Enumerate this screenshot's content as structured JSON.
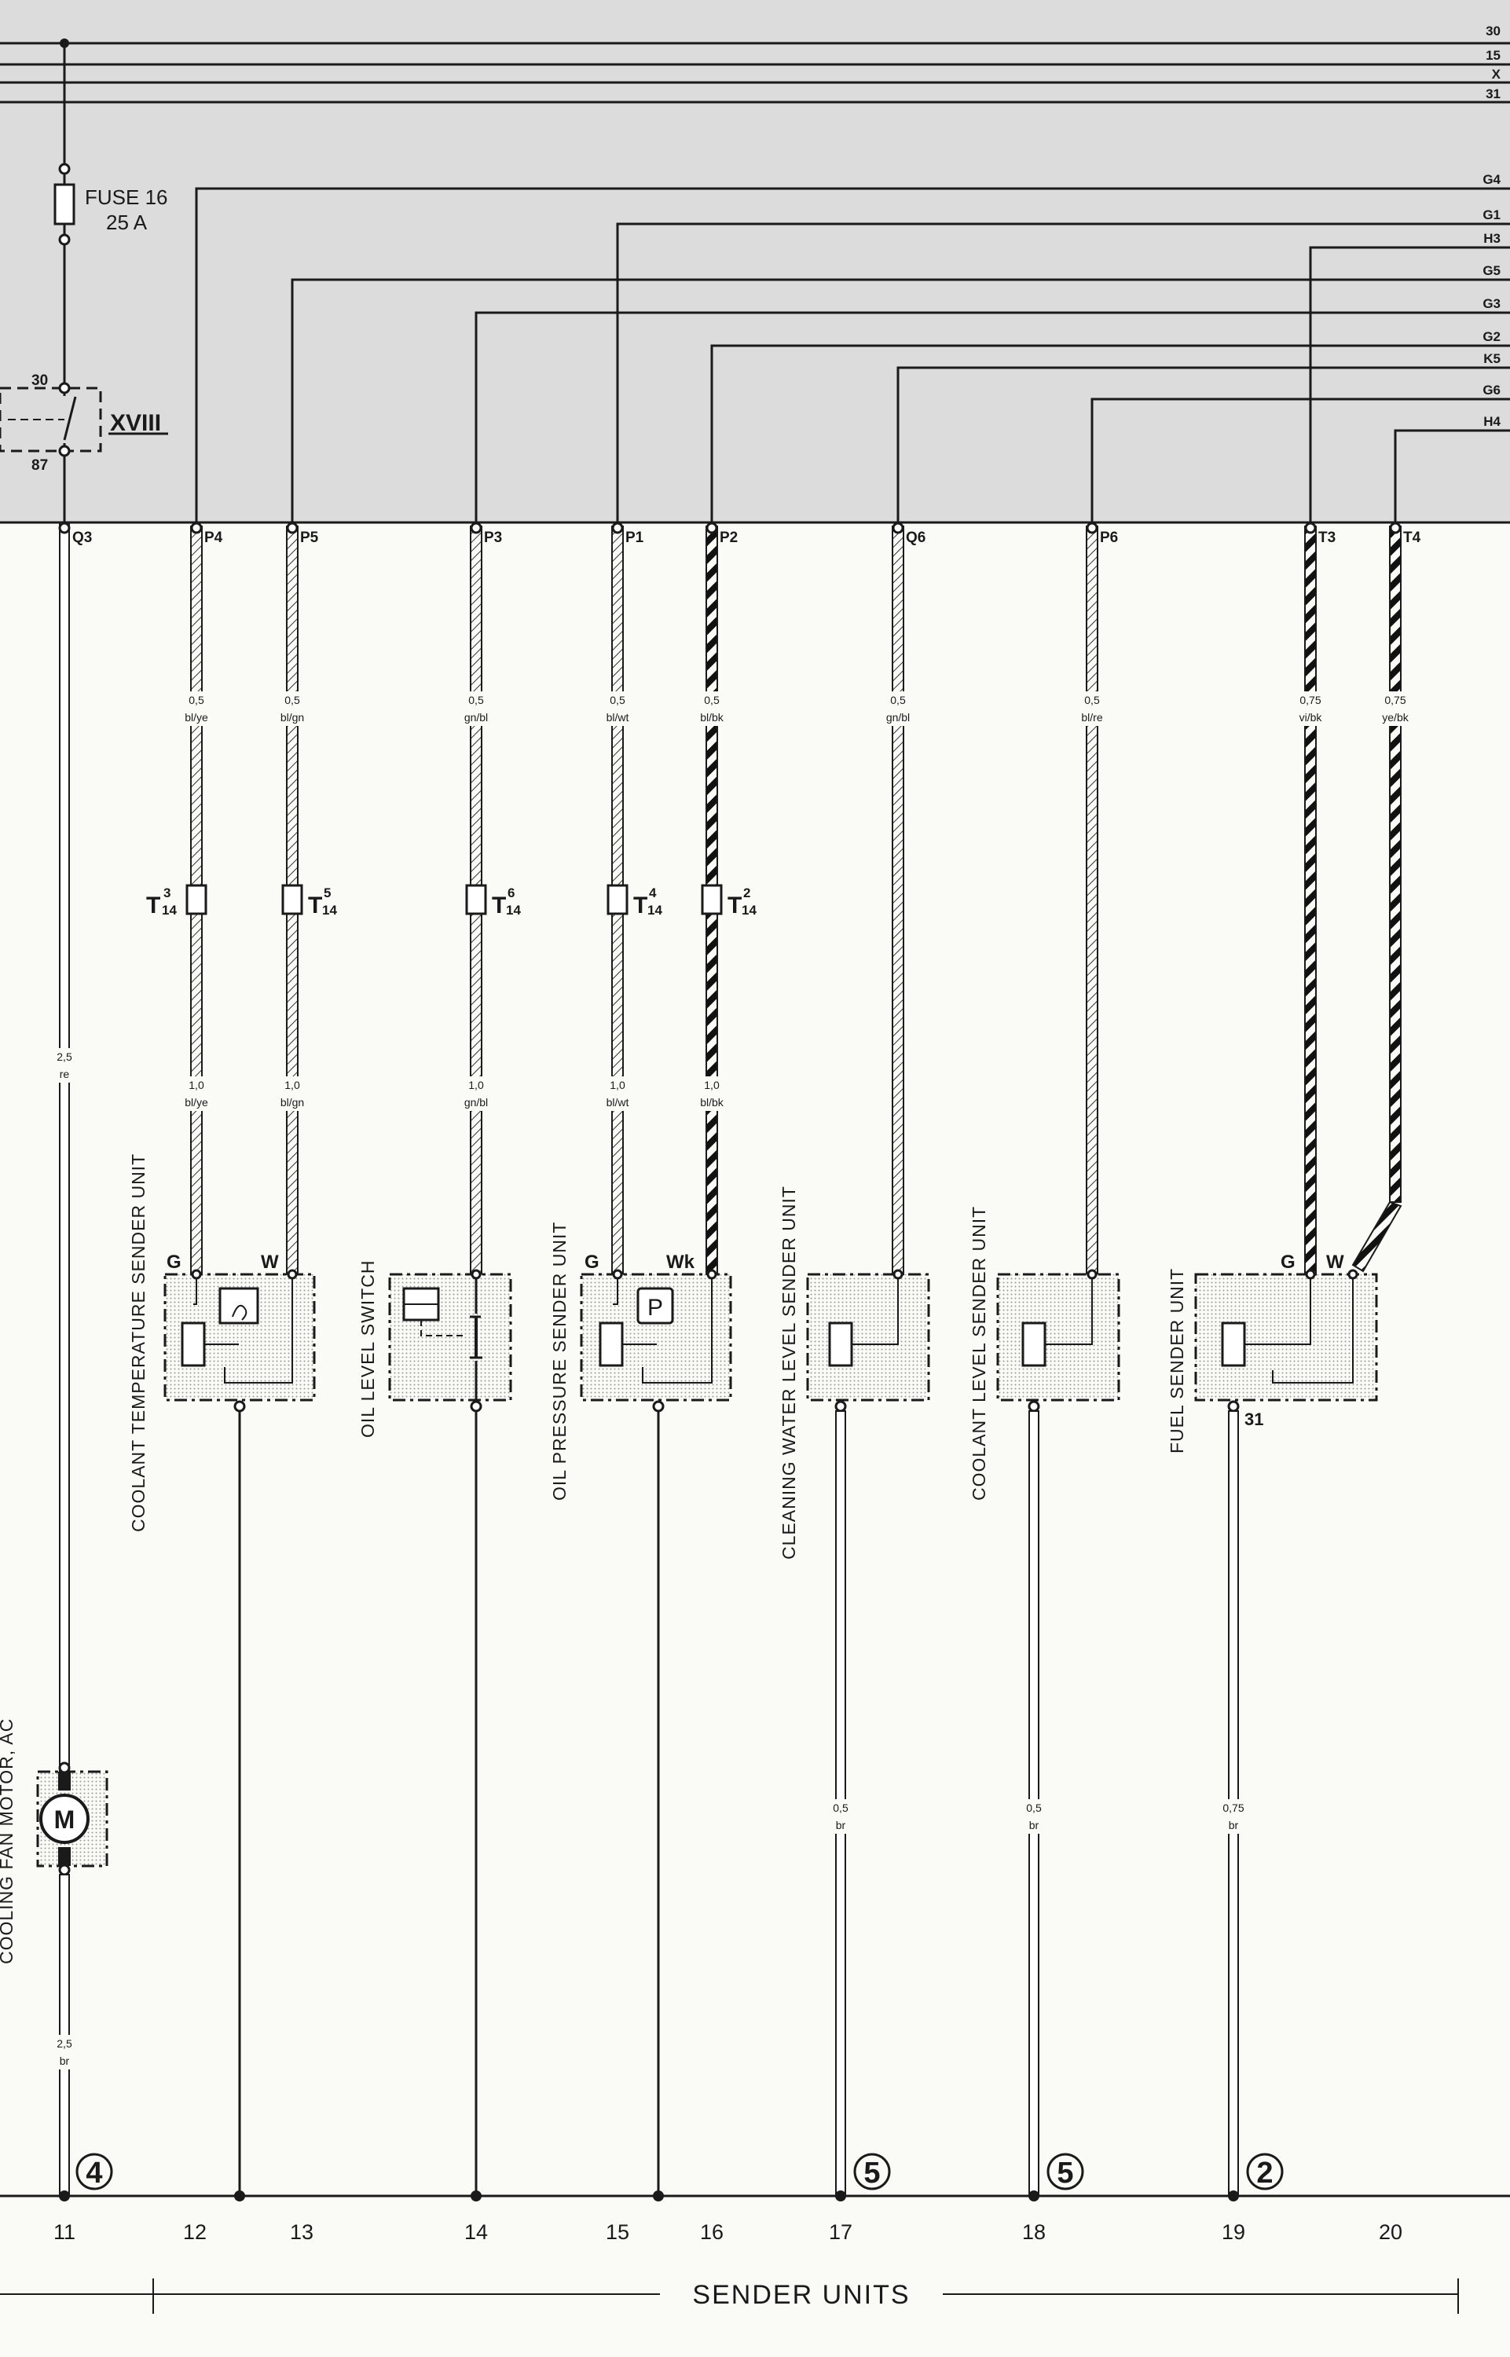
{
  "bus_lines": [
    "30",
    "15",
    "X",
    "31"
  ],
  "fuse": {
    "label": "FUSE  16",
    "rating": "25 A"
  },
  "relay": {
    "pin_top": "30",
    "pin_bottom": "87",
    "roman": "XVIII"
  },
  "right_terminals": [
    "G4",
    "G1",
    "H3",
    "G5",
    "G3",
    "G2",
    "K5",
    "G6",
    "H4"
  ],
  "columns": [
    {
      "term": "Q3",
      "gauge_top": "",
      "color_top": "",
      "connector": "",
      "gauge_bottom": "2,5",
      "color_bottom": "re"
    },
    {
      "term": "P4",
      "gauge_top": "0,5",
      "color_top": "bl/ye",
      "connector": "T",
      "conn_sup": "3",
      "conn_sub": "14",
      "gauge_bottom": "1,0",
      "color_bottom": "bl/ye"
    },
    {
      "term": "P5",
      "gauge_top": "0,5",
      "color_top": "bl/gn",
      "connector": "T",
      "conn_sup": "5",
      "conn_sub": "14",
      "gauge_bottom": "1,0",
      "color_bottom": "bl/gn"
    },
    {
      "term": "P3",
      "gauge_top": "0,5",
      "color_top": "gn/bl",
      "connector": "T",
      "conn_sup": "6",
      "conn_sub": "14",
      "gauge_bottom": "1,0",
      "color_bottom": "gn/bl"
    },
    {
      "term": "P1",
      "gauge_top": "0,5",
      "color_top": "bl/wt",
      "connector": "T",
      "conn_sup": "4",
      "conn_sub": "14",
      "gauge_bottom": "1,0",
      "color_bottom": "bl/wt"
    },
    {
      "term": "P2",
      "gauge_top": "0,5",
      "color_top": "bl/bk",
      "connector": "T",
      "conn_sup": "2",
      "conn_sub": "14",
      "gauge_bottom": "1,0",
      "color_bottom": "bl/bk"
    },
    {
      "term": "Q6",
      "gauge_top": "0,5",
      "color_top": "gn/bl"
    },
    {
      "term": "P6",
      "gauge_top": "0,5",
      "color_top": "bl/re"
    },
    {
      "term": "T3",
      "gauge_top": "0,75",
      "color_top": "vi/bk"
    },
    {
      "term": "T4",
      "gauge_top": "0,75",
      "color_top": "ye/bk"
    }
  ],
  "components": [
    {
      "name": "COOLANT TEMPERATURE SENDER UNIT",
      "pin_left": "G",
      "pin_right": "W"
    },
    {
      "name": "OIL LEVEL SWITCH"
    },
    {
      "name": "OIL PRESSURE SENDER UNIT",
      "pin_left": "G",
      "pin_right": "Wk",
      "symbol": "P"
    },
    {
      "name": "CLEANING WATER LEVEL SENDER UNIT"
    },
    {
      "name": "COOLANT LEVEL SENDER UNIT"
    },
    {
      "name": "FUEL SENDER UNIT",
      "pin_left": "G",
      "pin_right": "W",
      "pin_ground": "31"
    }
  ],
  "motor": {
    "label": "COOLING FAN MOTOR, AC",
    "symbol": "M",
    "gauge": "2,5",
    "color": "br"
  },
  "ground_wires": [
    {
      "gauge": "0,5",
      "color": "br"
    },
    {
      "gauge": "0,5",
      "color": "br"
    },
    {
      "gauge": "0,75",
      "color": "br"
    }
  ],
  "ground_points": [
    "4",
    "5",
    "5",
    "2"
  ],
  "column_numbers": [
    "11",
    "12",
    "13",
    "14",
    "15",
    "16",
    "17",
    "18",
    "19",
    "20"
  ],
  "section_label": "SENDER UNITS",
  "colors": {
    "ink": "#1a1a1a",
    "shade": "#d9d9d9",
    "paper": "#fafaf7"
  }
}
